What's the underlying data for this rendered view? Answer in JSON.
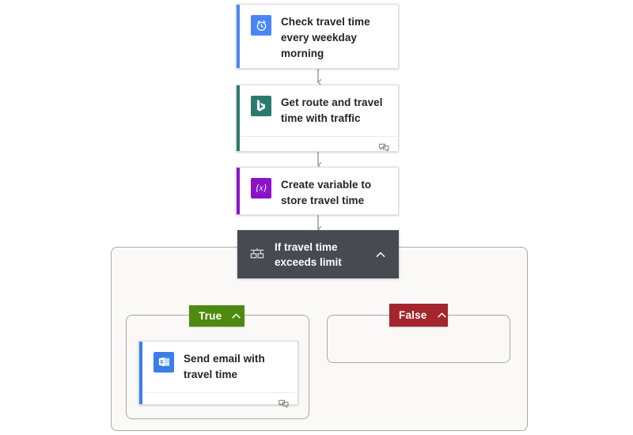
{
  "flow": {
    "title": "Check travel time every weekday morning flow",
    "colors": {
      "canvas_bg": "#ffffff",
      "scope_bg": "#faf9f8",
      "scope_border": "#a9a9a9",
      "card_bg": "#ffffff",
      "card_border": "#e1dfdd",
      "connector": "#8a8886",
      "condition_bg": "#484a51",
      "true_pill": "#4f8a10",
      "false_pill": "#a4262c",
      "accent_recurrence": "#4a86f7",
      "accent_bing": "#2c7a6f",
      "accent_variable": "#8b13c7",
      "accent_outlook": "#3b7eea"
    },
    "nodes": [
      {
        "id": "trigger-recurrence",
        "label": "Check travel time every weekday morning",
        "icon": "alarm-clock-icon",
        "icon_bg": "#4a86f7",
        "accent": "#4a86f7",
        "has_footer": false
      },
      {
        "id": "action-bing-maps",
        "label": "Get route and travel time with traffic",
        "icon": "bing-icon",
        "icon_bg": "#2c7a6f",
        "accent": "#2c7a6f",
        "has_footer": true
      },
      {
        "id": "action-initialize-variable",
        "label": "Create variable to store travel time",
        "icon": "variable-icon",
        "icon_bg": "#8b13c7",
        "accent": "#8b13c7",
        "has_footer": false
      }
    ],
    "condition": {
      "id": "condition-if-travel-time-exceeds-limit",
      "label": "If travel time exceeds limit",
      "icon": "condition-branch-icon",
      "collapse_icon": "chevron-up-icon",
      "branches": {
        "true": {
          "label": "True",
          "collapse_icon": "chevron-up-icon",
          "actions": [
            {
              "id": "action-send-email",
              "label": "Send email with travel time",
              "icon": "outlook-icon",
              "icon_bg": "#3b7eea",
              "accent": "#3b7eea",
              "has_footer": true
            }
          ]
        },
        "false": {
          "label": "False",
          "collapse_icon": "chevron-up-icon",
          "actions": []
        }
      }
    },
    "icons": {
      "comment": "comment-bubbles-icon",
      "arrow": "arrow-down-icon"
    }
  }
}
